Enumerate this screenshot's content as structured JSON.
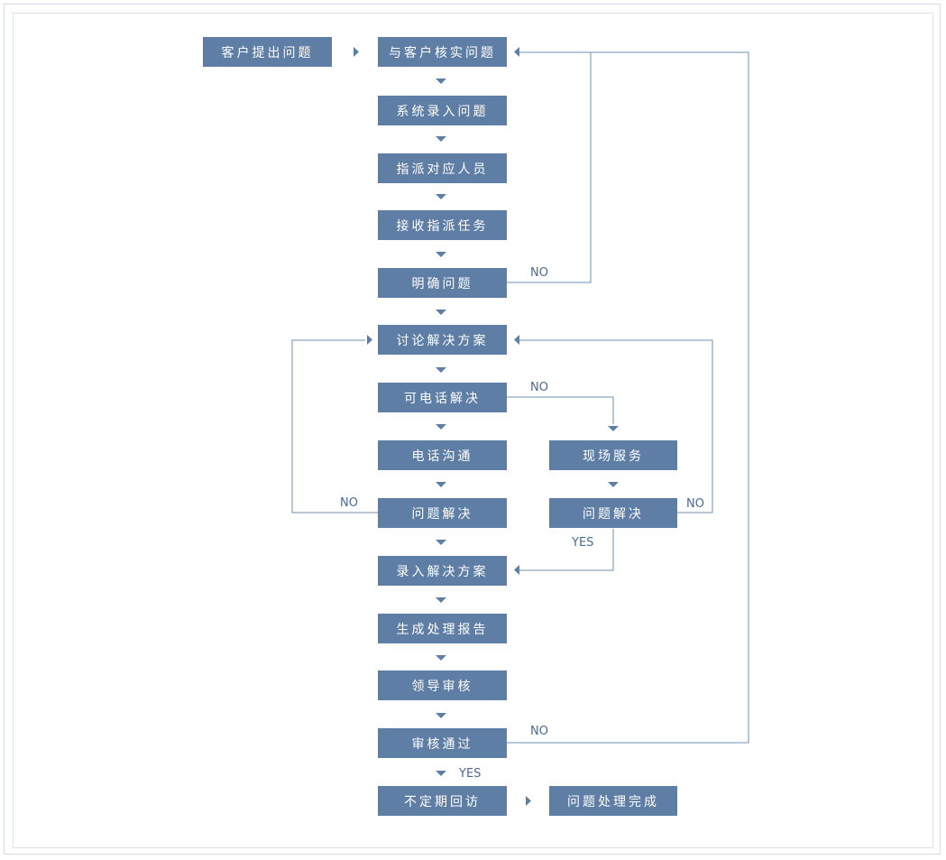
{
  "colors": {
    "box_fill": "#5f7ea6",
    "box_text": "#ffffff",
    "line": "#6f8db3",
    "label": "#4a6a93"
  },
  "boxes": {
    "customer_raise": "客户提出问题",
    "verify_with_customer": "与客户核实问题",
    "system_entry": "系统录入问题",
    "assign_staff": "指派对应人员",
    "receive_task": "接收指派任务",
    "clarify_issue": "明确问题",
    "discuss_solution": "讨论解决方案",
    "phone_solvable": "可电话解决",
    "phone_contact": "电话沟通",
    "onsite_service": "现场服务",
    "issue_solved_left": "问题解决",
    "issue_solved_right": "问题解决",
    "record_solution": "录入解决方案",
    "generate_report": "生成处理报告",
    "leader_review": "领导审核",
    "review_passed": "审核通过",
    "irregular_followup": "不定期回访",
    "issue_done": "问题处理完成"
  },
  "labels": {
    "no_clarify": "NO",
    "no_phone": "NO",
    "no_left": "NO",
    "no_right": "NO",
    "yes_right": "YES",
    "no_review": "NO",
    "yes_review": "YES"
  }
}
